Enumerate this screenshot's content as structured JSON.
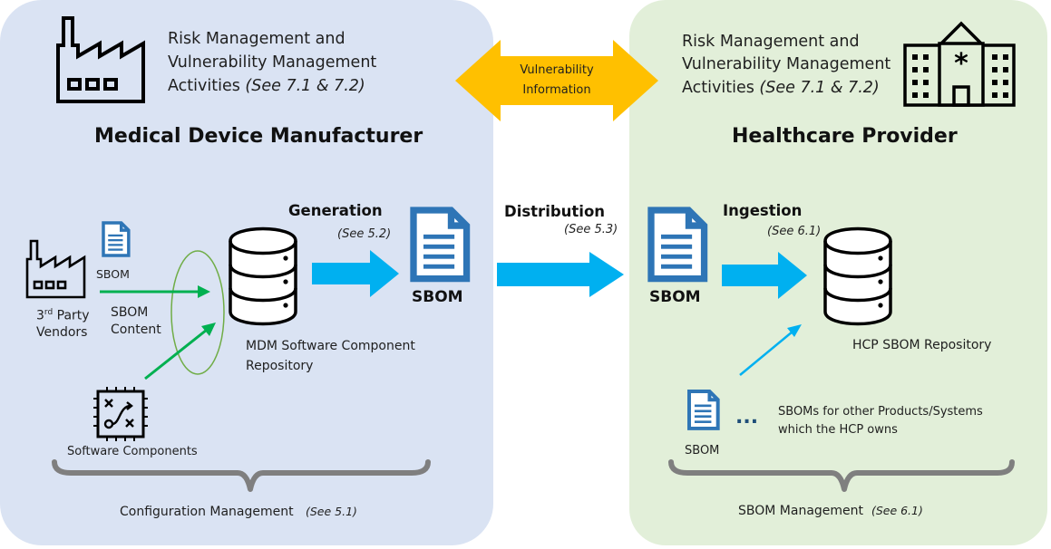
{
  "manufacturer": {
    "activities_line1": "Risk Management and",
    "activities_line2": "Vulnerability Management",
    "activities_line3": "Activities",
    "activities_ref": "(See 7.1 & 7.2)",
    "title": "Medical Device Manufacturer",
    "generation_label": "Generation",
    "generation_ref": "(See 5.2)",
    "sbom_label": "SBOM",
    "small_sbom_label": "SBOM",
    "vendors_prefix": "3",
    "vendors_sup": "rd",
    "vendors_line1_rest": " Party",
    "vendors_line2": "Vendors",
    "sbom_content_line1": "SBOM",
    "sbom_content_line2": "Content",
    "repo_line1": "MDM Software Component",
    "repo_line2": "Repository",
    "software_components": "Software Components",
    "config_mgmt": "Configuration Management",
    "config_ref": "(See 5.1)"
  },
  "exchange": {
    "vuln_line1": "Vulnerability",
    "vuln_line2": "Information",
    "distribution_label": "Distribution",
    "distribution_ref": "(See 5.3)"
  },
  "provider": {
    "activities_line1": "Risk Management and",
    "activities_line2": "Vulnerability Management",
    "activities_line3": "Activities",
    "activities_ref": "(See 7.1 & 7.2)",
    "title": "Healthcare Provider",
    "ingestion_label": "Ingestion",
    "ingestion_ref": "(See 6.1)",
    "sbom_label": "SBOM",
    "repo_label": "HCP SBOM Repository",
    "others_line1": "SBOMs for other Products/Systems",
    "others_line2": "which the HCP owns",
    "others_sbom_label": "SBOM",
    "ellipsis": "...",
    "sbom_mgmt": "SBOM Management",
    "sbom_mgmt_ref": "(See 6.1)"
  },
  "colors": {
    "manufacturer_bg": "#dae3f3",
    "provider_bg": "#e2efd9",
    "flow_arrow": "#00b0f0",
    "vuln_arrow": "#ffc000",
    "content_arrow": "#00b050",
    "doc_icon": "#2e75b6",
    "brace": "#7f7f7f"
  },
  "icons": [
    "factory-icon",
    "hospital-icon",
    "document-icon",
    "database-icon",
    "strategy-board-icon"
  ]
}
